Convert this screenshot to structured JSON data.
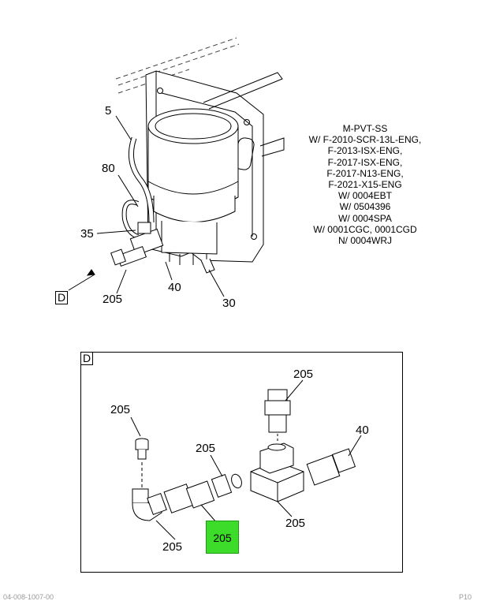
{
  "top_view": {
    "callouts": [
      "5",
      "80",
      "35",
      "205",
      "40",
      "30"
    ],
    "view_marker": "D"
  },
  "notes": [
    "M-PVT-SS",
    "W/ F-2010-SCR-13L-ENG,",
    "F-2013-ISX-ENG,",
    "F-2017-ISX-ENG,",
    "F-2017-N13-ENG,",
    "F-2021-X15-ENG",
    "W/ 0004EBT",
    "W/ 0504396",
    "W/ 0004SPA",
    "W/ 0001CGC, 0001CGD",
    "N/ 0004WRJ"
  ],
  "detail_view": {
    "title": "D",
    "callouts": [
      "205",
      "205",
      "40",
      "205",
      "205",
      "205"
    ],
    "highlighted_callout": "205",
    "highlight_color": "#3ddc2a"
  },
  "footer": {
    "left": "04-008-1007-00",
    "right": "P10"
  }
}
